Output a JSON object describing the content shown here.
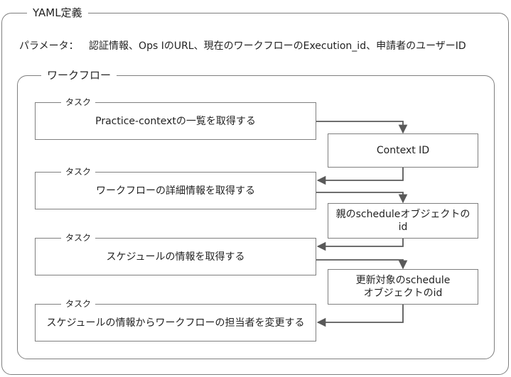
{
  "yaml_label": "YAML定義",
  "params_label": "パラメータ：",
  "params_text": "認証情報、Ops IのURL、現在のワークフローのExecution_id、申請者のユーザーID",
  "workflow_label": "ワークフロー",
  "tasks": [
    {
      "tag": "タスク",
      "label": "Practice-contextの一覧を取得する"
    },
    {
      "tag": "タスク",
      "label": "ワークフローの詳細情報を取得する"
    },
    {
      "tag": "タスク",
      "label": "スケジュールの情報を取得する"
    },
    {
      "tag": "タスク",
      "label": "スケジュールの情報からワークフローの担当者を変更する"
    }
  ],
  "outputs": [
    {
      "line1": "Context ID",
      "line2": ""
    },
    {
      "line1": "親のscheduleオブジェクトの",
      "line2": "id"
    },
    {
      "line1": "更新対象のschedule",
      "line2": "オブジェクトのid"
    }
  ],
  "colors": {
    "border": "#7f7f7f",
    "arrow": "#595959"
  }
}
